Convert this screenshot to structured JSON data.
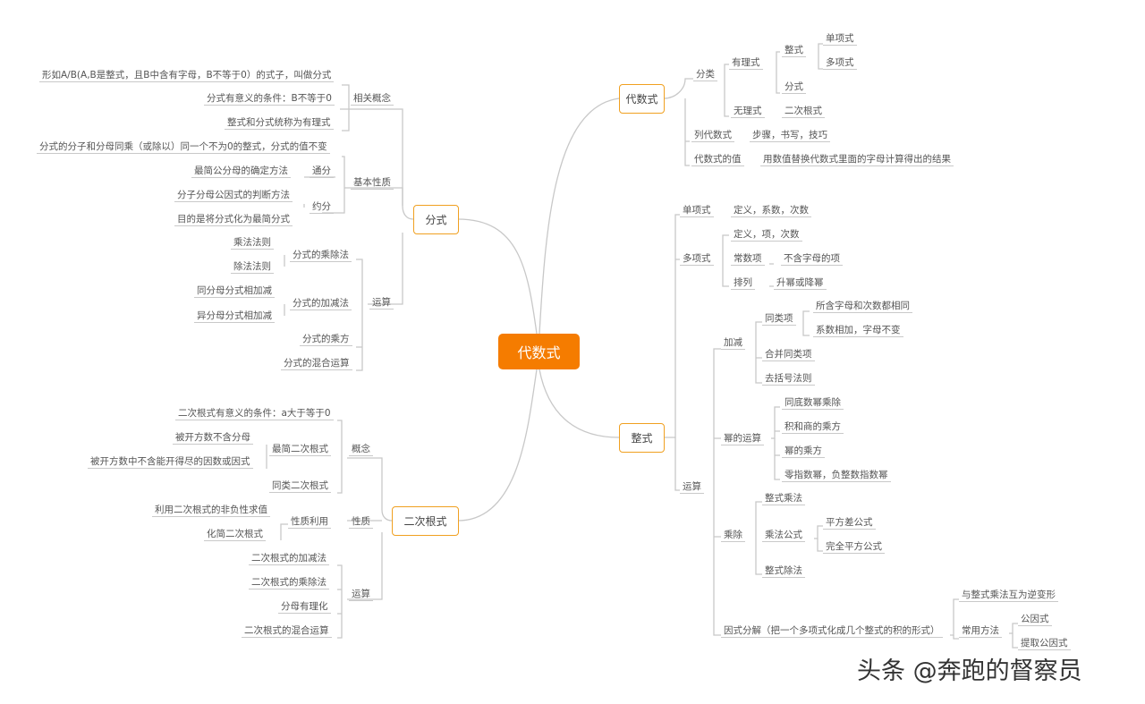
{
  "root": "代数式",
  "watermark": "头条 @奔跑的督察员",
  "daishushi": {
    "title": "代数式",
    "fenlei": "分类",
    "youlishi": "有理式",
    "zhengshi": "整式",
    "danxiangshi": "单项式",
    "duoxiangshi": "多项式",
    "fenshi": "分式",
    "wulishi": "无理式",
    "erci": "二次根式",
    "lie": "列代数式",
    "lie_detail": "步骤，书写，技巧",
    "zhi": "代数式的值",
    "zhi_detail": "用数值替换代数式里面的字母计算得出的结果"
  },
  "fenshi": {
    "title": "分式",
    "xiangguan": "相关概念",
    "def": "形如A/B(A,B是整式，且B中含有字母，B不等于0）的式子，叫做分式",
    "cond": "分式有意义的条件：B不等于0",
    "youli": "整式和分式统称为有理式",
    "jiben": "基本性质",
    "jiben_def": "分式的分子和分母同乘（或除以）同一个不为0的整式，分式的值不变",
    "tongfen": "通分",
    "tongfen_d": "最简公分母的确定方法",
    "yuefen": "约分",
    "yuefen_d1": "分子分母公因式的判断方法",
    "yuefen_d2": "目的是将分式化为最简分式",
    "yunsuan": "运算",
    "chengchu": "分式的乘除法",
    "chengfa": "乘法法则",
    "chufa": "除法法则",
    "jiajian": "分式的加减法",
    "tong": "同分母分式相加减",
    "yi": "异分母分式相加减",
    "chengfang": "分式的乘方",
    "hunhe": "分式的混合运算"
  },
  "genshi": {
    "title": "二次根式",
    "gainian": "概念",
    "cond": "二次根式有意义的条件：a大于等于0",
    "zuijian": "最简二次根式",
    "zj1": "被开方数不含分母",
    "zj2": "被开方数中不含能开得尽的因数或因式",
    "tonglei": "同类二次根式",
    "xingzhi": "性质",
    "liyong": "性质利用",
    "ly1": "利用二次根式的非负性求值",
    "ly2": "化简二次根式",
    "yunsuan": "运算",
    "y1": "二次根式的加减法",
    "y2": "二次根式的乘除法",
    "y3": "分母有理化",
    "y4": "二次根式的混合运算"
  },
  "zhengshi": {
    "title": "整式",
    "danxiang": "单项式",
    "danxiang_d": "定义，系数，次数",
    "duoxiang": "多项式",
    "duo_def": "定义，项，次数",
    "changshu": "常数项",
    "changshu_d": "不含字母的项",
    "pailie": "排列",
    "pailie_d": "升幂或降幂",
    "yunsuan": "运算",
    "jiajian": "加减",
    "tonglei": "同类项",
    "tl1": "所含字母和次数都相同",
    "tl2": "系数相加，字母不变",
    "hebing": "合并同类项",
    "qukuohao": "去括号法则",
    "mi": "幂的运算",
    "mi1": "同底数幂乘除",
    "mi2": "积和商的乘方",
    "mi3": "幂的乘方",
    "mi4": "零指数幂，负整数指数幂",
    "chengchu": "乘除",
    "zscheng": "整式乘法",
    "chenggongshi": "乘法公式",
    "pingfangcha": "平方差公式",
    "wanquan": "完全平方公式",
    "zschu": "整式除法",
    "yinshi": "因式分解（把一个多项式化成几个整式的积的形式）",
    "yinshi_d": "与整式乘法互为逆变形",
    "changyong": "常用方法",
    "gongyinshi": "公因式",
    "tiqu": "提取公因式"
  }
}
